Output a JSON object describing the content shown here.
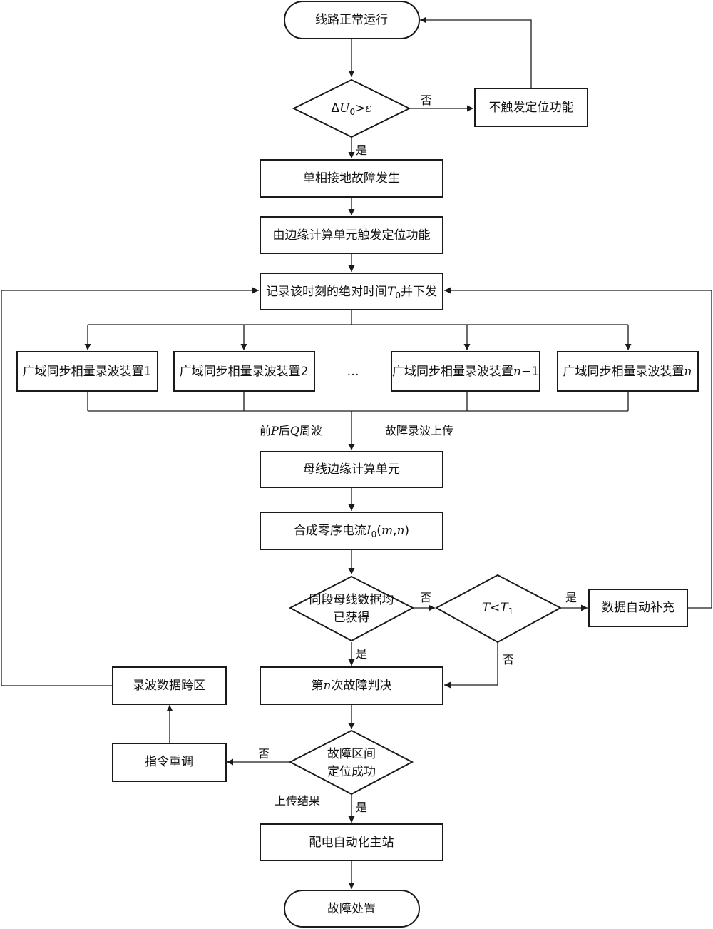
{
  "nodes": {
    "start": "线路正常运行",
    "cond_du0": {
      "prefix": "Δ",
      "var": "U",
      "sub": "0",
      "op": ">",
      "eps": "ε"
    },
    "no_trigger": "不触发定位功能",
    "fault_occurs": "单相接地故障发生",
    "edge_trigger": "由边缘计算单元触发定位功能",
    "record_time": {
      "before": "记录该时刻的绝对时间",
      "var": "T",
      "sub": "0",
      "after": "并下发"
    },
    "dev1": "广域同步相量录波装置1",
    "dev2": "广域同步相量录波装置2",
    "ellipsis": "…",
    "devn1": {
      "label": "广域同步相量录波装置",
      "var": "n",
      "suffix": "−1"
    },
    "devn": {
      "label": "广域同步相量录波装置",
      "var": "n"
    },
    "bus_edge": "母线边缘计算单元",
    "synth": {
      "before": "合成零序电流",
      "var": "I",
      "sub": "0",
      "open": "(",
      "a": "m",
      "comma": ",",
      "b": "n",
      "close": ")"
    },
    "cond_same": {
      "line1": "同段母线数据均",
      "line2": "已获得"
    },
    "cond_t": {
      "var": "T",
      "op": "<",
      "var2": "T",
      "sub": "1"
    },
    "auto_fill": "数据自动补充",
    "cross_zone": "录波数据跨区",
    "judge": {
      "before": "第",
      "var": "n",
      "after": "次故障判决"
    },
    "cond_loc": {
      "line1": "故障区间",
      "line2": "定位成功"
    },
    "reinstruct": "指令重调",
    "master": "配电自动化主站",
    "end": "故障处置"
  },
  "edges": {
    "no1": "否",
    "yes1": "是",
    "wave": {
      "before": "前",
      "p": "P",
      "mid": "后",
      "q": "Q",
      "after": "周波"
    },
    "upload_wave": "故障录波上传",
    "no2": "否",
    "yes2": "是",
    "yes3": "是",
    "no3": "否",
    "no4": "否",
    "upload_result": "上传结果",
    "yes4": "是"
  }
}
